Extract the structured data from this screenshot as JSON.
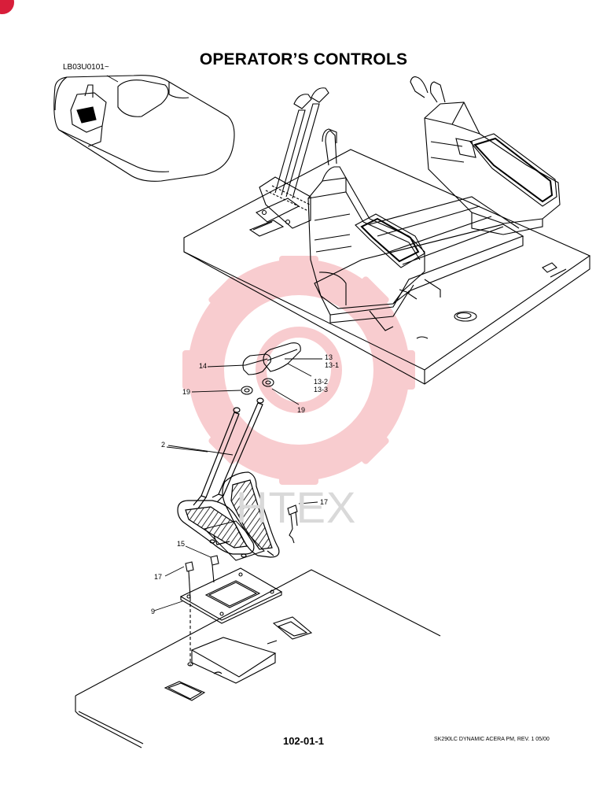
{
  "header": {
    "title": "OPERATOR’S CONTROLS",
    "serial_range": "LB03U0101~"
  },
  "watermark": {
    "text": "HTEX",
    "color": "#f4a3a8"
  },
  "callouts": [
    {
      "id": "c2",
      "text": "2"
    },
    {
      "id": "c9",
      "text": "9"
    },
    {
      "id": "c13",
      "text": "13"
    },
    {
      "id": "c13_1",
      "text": "13-1"
    },
    {
      "id": "c13_2",
      "text": "13-2"
    },
    {
      "id": "c13_3",
      "text": "13-3"
    },
    {
      "id": "c14",
      "text": "14"
    },
    {
      "id": "c15",
      "text": "15"
    },
    {
      "id": "c17a",
      "text": "17"
    },
    {
      "id": "c17b",
      "text": "17"
    },
    {
      "id": "c19a",
      "text": "19"
    },
    {
      "id": "c19b",
      "text": "19"
    }
  ],
  "footer": {
    "page_number": "102-01-1",
    "revision": "SK290LC DYNAMIC ACERA PM, REV. 1 05/00"
  },
  "colors": {
    "ink": "#000000",
    "accent_badge": "#d81e3a"
  }
}
